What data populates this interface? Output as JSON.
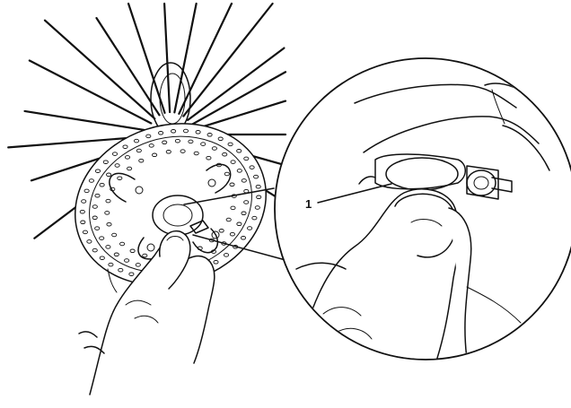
{
  "callouts": [
    {
      "label": "1"
    }
  ],
  "colors": {
    "line": "#111111",
    "background": "#ffffff"
  },
  "icons": [
    "bicycle-wheel-illustration",
    "brake-rotor-illustration",
    "hand-illustration",
    "magnifier-detail-circle"
  ]
}
